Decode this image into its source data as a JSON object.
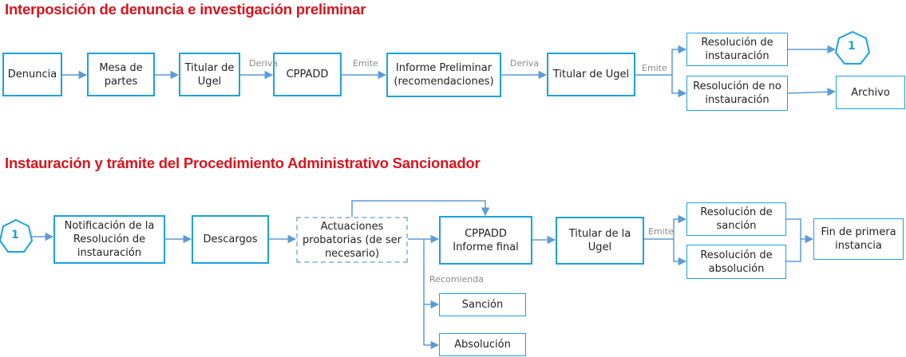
{
  "colors": {
    "title": "#d9141e",
    "box_border": "#1ba1e2",
    "arrow": "#5b9bd5",
    "label": "#8a8a8a"
  },
  "titles": {
    "section1": "Interposición de denuncia e investigación preliminar",
    "section2": "Instauración y trámite del Procedimiento Administrativo Sancionador"
  },
  "section1": {
    "denuncia": "Denuncia",
    "mesa_partes": "Mesa de\npartes",
    "titular_ugel": "Titular de\nUgel",
    "cppadd": "CPPADD",
    "informe_preliminar": "Informe Preliminar\n(recomendaciones)",
    "titular_ugel_2": "Titular de Ugel",
    "res_instauracion": "Resolución de\ninstauración",
    "res_no_instauracion": "Resolución de no\ninstauración",
    "archivo": "Archivo",
    "connector": "1",
    "labels": {
      "deriva_1": "Deriva",
      "emite_1": "Emite",
      "deriva_2": "Deriva",
      "emite_2": "Emite"
    }
  },
  "section2": {
    "connector": "1",
    "notificacion": "Notificación de la\nResolución de\ninstauración",
    "descargos": "Descargos",
    "actuaciones": "Actuaciones\nprobatorias (de ser\nnecesario)",
    "cppadd_informe": "CPPADD\nInforme final",
    "titular_ugel": "Titular de la\nUgel",
    "res_sancion": "Resolución de\nsanción",
    "res_absolucion": "Resolución de\nabsolución",
    "fin_instancia": "Fin de primera\ninstancia",
    "sancion": "Sanción",
    "absolucion": "Absolución",
    "labels": {
      "emite": "Emite",
      "recomienda": "Recomienda"
    }
  }
}
